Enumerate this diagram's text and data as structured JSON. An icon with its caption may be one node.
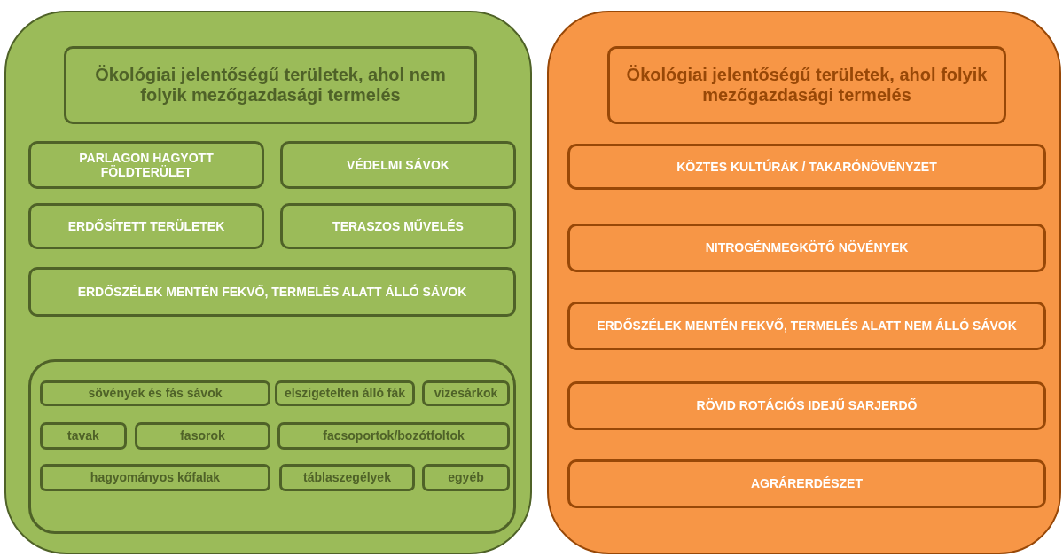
{
  "diagram": {
    "nodes": [
      {
        "text": [],
        "shape": "box"
      },
      {
        "text": [
          "Ökológiai jelentőségű területek, ahol nem folyik mezőgazdasági termelés"
        ],
        "in": 0
      },
      {
        "text": [
          "PARLAGON HAGYOTT FÖLDTERÜLET"
        ],
        "in": 0
      },
      {
        "text": [
          "VÉDELMI SÁVOK"
        ],
        "in": 0
      },
      {
        "text": [
          "ERDŐSÍTETT TERÜLETEK"
        ],
        "in": 0
      },
      {
        "text": [
          "TERASZOS MŰVELÉS"
        ],
        "in": 0
      },
      {
        "text": [
          "ERDŐSZÉLEK MENTÉN FEKVŐ, TERMELÉS ALATT ÁLLÓ SÁVOK"
        ],
        "in": 0
      },
      {
        "text": [],
        "shape": "box",
        "in": 0
      },
      {
        "text": [
          "sövények és fás sávok"
        ],
        "in": 7
      },
      {
        "text": [
          "elszigetelten álló fák"
        ],
        "in": 7
      },
      {
        "text": [
          "vizesárkok"
        ],
        "in": 7
      },
      {
        "text": [
          "tavak"
        ],
        "in": 7
      },
      {
        "text": [
          "fasorok"
        ],
        "in": 7
      },
      {
        "text": [
          "facsoportok/bozótfoltok"
        ],
        "in": 7
      },
      {
        "text": [
          "hagyományos kőfalak"
        ],
        "in": 7
      },
      {
        "text": [
          "táblaszegélyek"
        ],
        "in": 7
      },
      {
        "text": [
          "egyéb"
        ],
        "in": 7
      },
      {
        "text": [],
        "shape": "box"
      },
      {
        "text": [
          "Ökológiai jelentőségű területek, ahol folyik mezőgazdasági termelés"
        ],
        "in": 17
      },
      {
        "text": [
          "KÖZTES KULTÚRÁK / TAKARÓNÖVÉNYZET"
        ],
        "in": 17
      },
      {
        "text": [
          "NITROGÉNMEGKÖTŐ NÖVÉNYEK"
        ],
        "in": 17
      },
      {
        "text": [
          "ERDŐSZÉLEK MENTÉN FEKVŐ, TERMELÉS ALATT NEM ÁLLÓ SÁVOK"
        ],
        "in": 17
      },
      {
        "text": [
          "RÖVID ROTÁCIÓS IDEJŰ SARJERDŐ"
        ],
        "in": 17
      },
      {
        "text": [
          "AGRÁRERDÉSZET"
        ],
        "in": 17
      }
    ]
  }
}
